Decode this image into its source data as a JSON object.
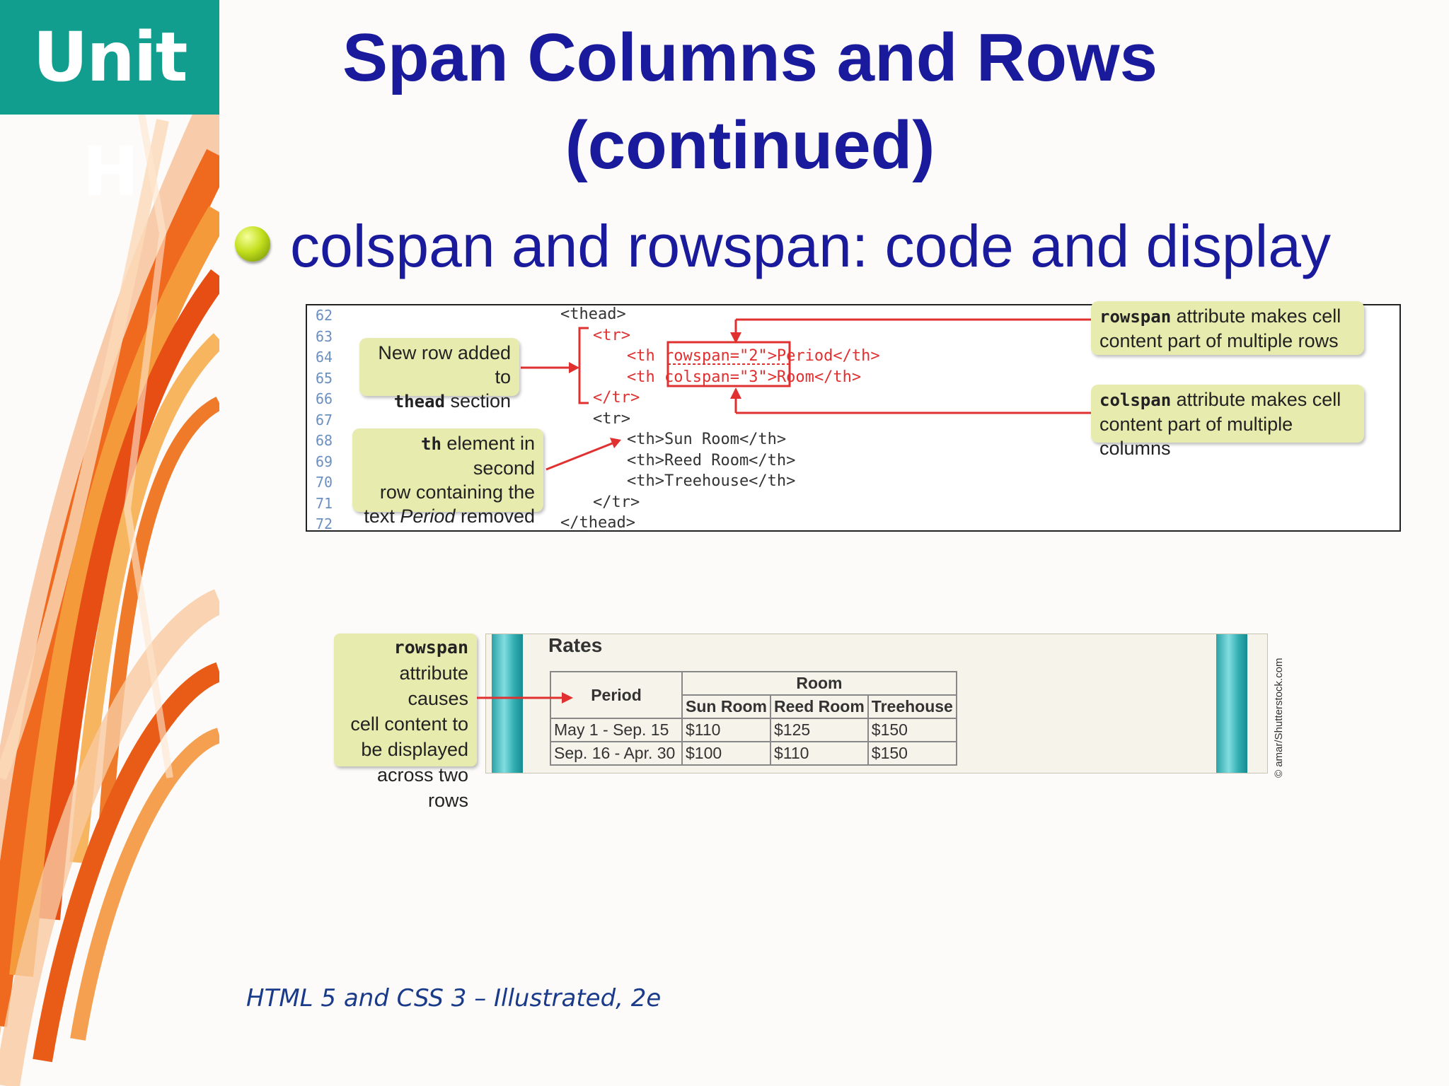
{
  "sidebar": {
    "unit_label": "Unit H"
  },
  "slide": {
    "title_line1": "Span Columns and Rows",
    "title_line2": "(continued)",
    "bullet": "colspan and rowspan: code and display",
    "footer": "HTML 5 and CSS 3 – Illustrated, 2e"
  },
  "code_figure": {
    "line_numbers": [
      "62",
      "63",
      "64",
      "65",
      "66",
      "67",
      "68",
      "69",
      "70",
      "71",
      "72"
    ],
    "lines": {
      "l62": "<thead>",
      "l63": "<tr>",
      "l64a": "<th ",
      "l64b": "rowspan=\"2\"",
      "l64c": ">Period</th>",
      "l65a": "<th ",
      "l65b": "colspan=\"3\"",
      "l65c": ">Room</th>",
      "l66": "</tr>",
      "l67": "<tr>",
      "l68": "<th>Sun Room</th>",
      "l69": "<th>Reed Room</th>",
      "l70": "<th>Treehouse</th>",
      "l71": "</tr>",
      "l72": "</thead>"
    },
    "callouts": {
      "new_row_1": "New row added to",
      "new_row_code": "thead",
      "new_row_2": " section",
      "th_code": "th",
      "th_1": " element in second",
      "th_2": "row containing the",
      "th_3a": "text ",
      "th_3b": "Period",
      "th_3c": " removed",
      "rowspan_code": "rowspan",
      "rowspan_1": " attribute makes cell",
      "rowspan_2": "content part of multiple rows",
      "colspan_code": "colspan",
      "colspan_1": " attribute makes cell",
      "colspan_2": "content part of multiple columns"
    },
    "accent_color": "#e03030",
    "callout_color": "#e7ebae"
  },
  "rates_figure": {
    "title": "Rates",
    "header_period": "Period",
    "header_room": "Room",
    "rooms": [
      "Sun Room",
      "Reed Room",
      "Treehouse"
    ],
    "rows": [
      {
        "period": "May 1 - Sep. 15",
        "sun": "$110",
        "reed": "$125",
        "tree": "$150"
      },
      {
        "period": "Sep. 16 - Apr. 30",
        "sun": "$100",
        "reed": "$110",
        "tree": "$150"
      }
    ],
    "callout_code": "rowspan",
    "callout_lines": [
      "attribute causes",
      "cell content to",
      "be displayed",
      "across two rows"
    ],
    "credit": "© amar/Shutterstock.com"
  }
}
